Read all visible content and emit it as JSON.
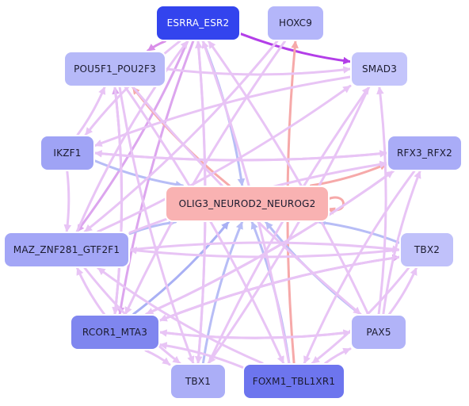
{
  "nodes": {
    "esrra": {
      "label": "ESRRA_ESR2",
      "color": "#3344ee"
    },
    "hoxc9": {
      "label": "HOXC9",
      "color": "#b4b6fa"
    },
    "pou5f1": {
      "label": "POU5F1_POU2F3",
      "color": "#b6b9f8"
    },
    "smad3": {
      "label": "SMAD3",
      "color": "#c4c5fb"
    },
    "ikzf1": {
      "label": "IKZF1",
      "color": "#9fa3f5"
    },
    "rfx3": {
      "label": "RFX3_RFX2",
      "color": "#a9acf7"
    },
    "olig3": {
      "label": "OLIG3_NEUROD2_NEUROG2",
      "color": "#f9b2b2"
    },
    "maz": {
      "label": "MAZ_ZNF281_GTF2F1",
      "color": "#a3a6f6"
    },
    "tbx2": {
      "label": "TBX2",
      "color": "#c0c1fa"
    },
    "rcor1": {
      "label": "RCOR1_MTA3",
      "color": "#7f86ef"
    },
    "pax5": {
      "label": "PAX5",
      "color": "#b1b3f8"
    },
    "tbx1": {
      "label": "TBX1",
      "color": "#abaef7"
    },
    "foxm1": {
      "label": "FOXM1_TBL1XR1",
      "color": "#6d75ee"
    }
  },
  "edges": [
    {
      "from": "esrra",
      "to": "smad3",
      "color": "#b33ee8"
    },
    {
      "from": "esrra",
      "to": "olig3",
      "color": "#b7bdf6"
    },
    {
      "from": "esrra",
      "to": "pou5f1",
      "color": "#d98ee8"
    },
    {
      "from": "esrra",
      "to": "maz",
      "color": "#dca5ee"
    },
    {
      "from": "esrra",
      "to": "rcor1",
      "color": "#dca5ee"
    },
    {
      "from": "esrra",
      "to": "tbx1",
      "color": "#e8c4f5"
    },
    {
      "from": "esrra",
      "to": "ikzf1",
      "color": "#e8c4f5"
    },
    {
      "from": "foxm1",
      "to": "hoxc9",
      "color": "#f6a9a9"
    },
    {
      "from": "pou5f1",
      "to": "smad3",
      "color": "#e8c4f5"
    },
    {
      "from": "olig3",
      "to": "pou5f1",
      "color": "#f6a9a9"
    },
    {
      "from": "olig3",
      "to": "rfx3",
      "color": "#f6a9a9"
    },
    {
      "from": "olig3",
      "to": "olig3",
      "color": "#f6a9a9"
    },
    {
      "from": "ikzf1",
      "to": "olig3",
      "color": "#b7bdf6"
    },
    {
      "from": "maz",
      "to": "olig3",
      "color": "#b7bdf6"
    },
    {
      "from": "rcor1",
      "to": "olig3",
      "color": "#a9b0f4"
    },
    {
      "from": "tbx1",
      "to": "olig3",
      "color": "#b7bdf6"
    },
    {
      "from": "foxm1",
      "to": "olig3",
      "color": "#b7bdf6"
    },
    {
      "from": "pax5",
      "to": "olig3",
      "color": "#b7bdf6"
    },
    {
      "from": "tbx2",
      "to": "olig3",
      "color": "#b7bdf6"
    },
    {
      "from": "maz",
      "to": "rfx3",
      "color": "#e8c4f5"
    },
    {
      "from": "maz",
      "to": "smad3",
      "color": "#e8c4f5"
    },
    {
      "from": "maz",
      "to": "tbx2",
      "color": "#e8c4f5"
    },
    {
      "from": "rcor1",
      "to": "rfx3",
      "color": "#e8c4f5"
    },
    {
      "from": "rcor1",
      "to": "tbx2",
      "color": "#dca5ee"
    },
    {
      "from": "rcor1",
      "to": "pax5",
      "color": "#e8c4f5"
    },
    {
      "from": "rcor1",
      "to": "maz",
      "color": "#e8c4f5"
    },
    {
      "from": "rcor1",
      "to": "pou5f1",
      "color": "#dca5ee"
    },
    {
      "from": "rcor1",
      "to": "tbx1",
      "color": "#e8c4f5"
    },
    {
      "from": "ikzf1",
      "to": "rfx3",
      "color": "#e8c4f5"
    },
    {
      "from": "ikzf1",
      "to": "maz",
      "color": "#e8c4f5"
    },
    {
      "from": "ikzf1",
      "to": "pou5f1",
      "color": "#e8c4f5"
    },
    {
      "from": "pou5f1",
      "to": "foxm1",
      "color": "#e8c4f5"
    },
    {
      "from": "pou5f1",
      "to": "tbx1",
      "color": "#e8c4f5"
    },
    {
      "from": "pou5f1",
      "to": "rcor1",
      "color": "#e8c4f5"
    },
    {
      "from": "pou5f1",
      "to": "pax5",
      "color": "#e8c4f5"
    },
    {
      "from": "smad3",
      "to": "tbx1",
      "color": "#e8c4f5"
    },
    {
      "from": "smad3",
      "to": "ikzf1",
      "color": "#e8c4f5"
    },
    {
      "from": "rfx3",
      "to": "ikzf1",
      "color": "#e8c4f5"
    },
    {
      "from": "rfx3",
      "to": "foxm1",
      "color": "#e8c4f5"
    },
    {
      "from": "rfx3",
      "to": "rcor1",
      "color": "#e8c4f5"
    },
    {
      "from": "tbx2",
      "to": "rcor1",
      "color": "#e8c4f5"
    },
    {
      "from": "tbx2",
      "to": "maz",
      "color": "#e8c4f5"
    },
    {
      "from": "pax5",
      "to": "tbx2",
      "color": "#e8c4f5"
    },
    {
      "from": "pax5",
      "to": "rcor1",
      "color": "#e8c4f5"
    },
    {
      "from": "pax5",
      "to": "smad3",
      "color": "#e8c4f5"
    },
    {
      "from": "pax5",
      "to": "rfx3",
      "color": "#e8c4f5"
    },
    {
      "from": "pax5",
      "to": "esrra",
      "color": "#e8c4f5"
    },
    {
      "from": "tbx1",
      "to": "smad3",
      "color": "#e8c4f5"
    },
    {
      "from": "tbx1",
      "to": "esrra",
      "color": "#e8c4f5"
    },
    {
      "from": "foxm1",
      "to": "pax5",
      "color": "#e8c4f5"
    },
    {
      "from": "foxm1",
      "to": "rcor1",
      "color": "#e8c4f5"
    },
    {
      "from": "foxm1",
      "to": "maz",
      "color": "#e8c4f5"
    },
    {
      "from": "foxm1",
      "to": "esrra",
      "color": "#e8c4f5"
    },
    {
      "from": "hoxc9",
      "to": "maz",
      "color": "#e8c4f5"
    },
    {
      "from": "hoxc9",
      "to": "rcor1",
      "color": "#e8c4f5"
    },
    {
      "from": "maz",
      "to": "esrra",
      "color": "#e8c4f5"
    },
    {
      "from": "maz",
      "to": "tbx1",
      "color": "#e8c4f5"
    },
    {
      "from": "tbx2",
      "to": "foxm1",
      "color": "#e8c4f5"
    }
  ]
}
